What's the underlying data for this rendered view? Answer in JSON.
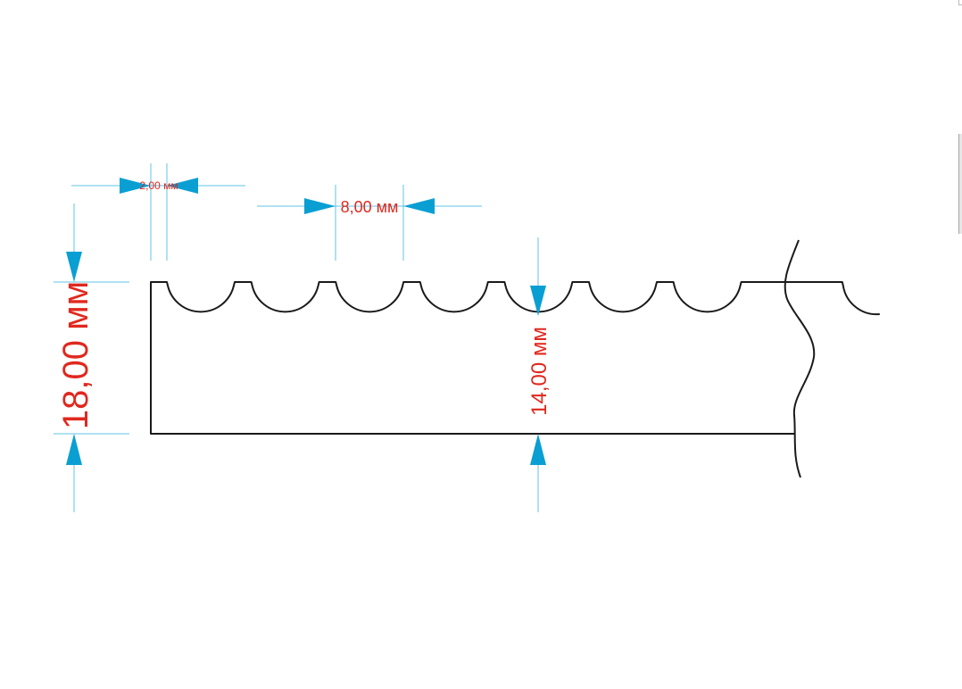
{
  "drawing": {
    "title": "Scalloped profile dimensions",
    "dimensions": {
      "tooth_flat": "2,00 мм",
      "pitch": "8,00 мм",
      "total_height": "18,00 мм",
      "base_height": "14,00 мм"
    },
    "colors": {
      "dimension_line": "#5fc6e6",
      "arrow": "#0a9fd3",
      "label": "#e0281e",
      "profile": "#1a1a1a"
    }
  }
}
